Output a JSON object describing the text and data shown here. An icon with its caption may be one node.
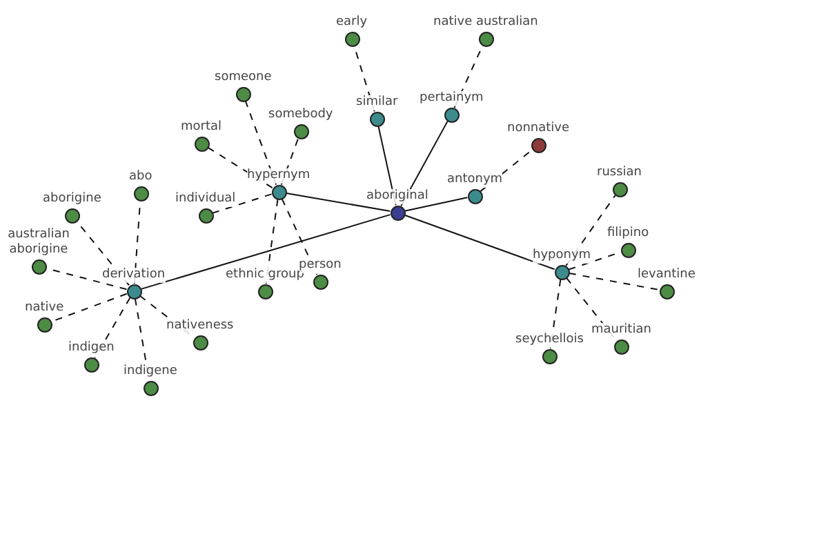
{
  "diagram": {
    "nodes": [
      {
        "text": [
          "aboriginal"
        ]
      },
      {
        "text": [
          "similar"
        ]
      },
      {
        "text": [
          "pertainym"
        ]
      },
      {
        "text": [
          "antonym"
        ]
      },
      {
        "text": [
          "hypernym"
        ]
      },
      {
        "text": [
          "derivation"
        ]
      },
      {
        "text": [
          "hyponym"
        ]
      },
      {
        "text": [
          "early"
        ]
      },
      {
        "text": [
          "native australian"
        ]
      },
      {
        "text": [
          "nonnative"
        ]
      },
      {
        "text": [
          "someone"
        ]
      },
      {
        "text": [
          "somebody"
        ]
      },
      {
        "text": [
          "mortal"
        ]
      },
      {
        "text": [
          "individual"
        ]
      },
      {
        "text": [
          "ethnic group"
        ]
      },
      {
        "text": [
          "person"
        ]
      },
      {
        "text": [
          "abo"
        ]
      },
      {
        "text": [
          "aborigine"
        ]
      },
      {
        "text": [
          "australian aborigine"
        ]
      },
      {
        "text": [
          "native"
        ]
      },
      {
        "text": [
          "indigen"
        ]
      },
      {
        "text": [
          "indigene"
        ]
      },
      {
        "text": [
          "nativeness"
        ]
      },
      {
        "text": [
          "russian"
        ]
      },
      {
        "text": [
          "filipino"
        ]
      },
      {
        "text": [
          "levantine"
        ]
      },
      {
        "text": [
          "mauritian"
        ]
      },
      {
        "text": [
          "seychellois"
        ]
      }
    ],
    "edges": [
      {
        "from": 0,
        "to": 1,
        "arrow": "none"
      },
      {
        "from": 0,
        "to": 2,
        "arrow": "none"
      },
      {
        "from": 0,
        "to": 3,
        "arrow": "none"
      },
      {
        "from": 0,
        "to": 4,
        "arrow": "none"
      },
      {
        "from": 0,
        "to": 5,
        "arrow": "none"
      },
      {
        "from": 0,
        "to": 6,
        "arrow": "none"
      },
      {
        "from": 1,
        "to": 7,
        "arrow": "none",
        "style": "dashed"
      },
      {
        "from": 2,
        "to": 8,
        "arrow": "none",
        "style": "dashed"
      },
      {
        "from": 3,
        "to": 9,
        "arrow": "none",
        "style": "dashed"
      },
      {
        "from": 4,
        "to": 10,
        "arrow": "none",
        "style": "dashed"
      },
      {
        "from": 4,
        "to": 11,
        "arrow": "none",
        "style": "dashed"
      },
      {
        "from": 4,
        "to": 12,
        "arrow": "none",
        "style": "dashed"
      },
      {
        "from": 4,
        "to": 13,
        "arrow": "none",
        "style": "dashed"
      },
      {
        "from": 4,
        "to": 14,
        "arrow": "none",
        "style": "dashed"
      },
      {
        "from": 4,
        "to": 15,
        "arrow": "none",
        "style": "dashed"
      },
      {
        "from": 5,
        "to": 16,
        "arrow": "none",
        "style": "dashed"
      },
      {
        "from": 5,
        "to": 17,
        "arrow": "none",
        "style": "dashed"
      },
      {
        "from": 5,
        "to": 18,
        "arrow": "none",
        "style": "dashed"
      },
      {
        "from": 5,
        "to": 19,
        "arrow": "none",
        "style": "dashed"
      },
      {
        "from": 5,
        "to": 20,
        "arrow": "none",
        "style": "dashed"
      },
      {
        "from": 5,
        "to": 21,
        "arrow": "none",
        "style": "dashed"
      },
      {
        "from": 5,
        "to": 22,
        "arrow": "none",
        "style": "dashed"
      },
      {
        "from": 6,
        "to": 23,
        "arrow": "none",
        "style": "dashed"
      },
      {
        "from": 6,
        "to": 24,
        "arrow": "none",
        "style": "dashed"
      },
      {
        "from": 6,
        "to": 25,
        "arrow": "none",
        "style": "dashed"
      },
      {
        "from": 6,
        "to": 26,
        "arrow": "none",
        "style": "dashed"
      },
      {
        "from": 6,
        "to": 27,
        "arrow": "none",
        "style": "dashed"
      }
    ]
  }
}
